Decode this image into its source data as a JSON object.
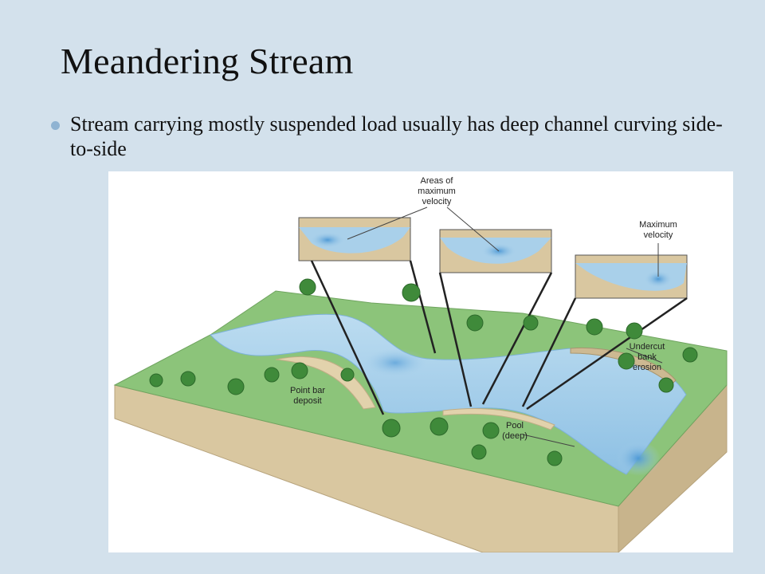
{
  "slide": {
    "title": "Meandering Stream",
    "bullet": "Stream carrying mostly suspended load usually has deep channel curving side-to-side"
  },
  "diagram": {
    "labels": {
      "areas_line1": "Areas of",
      "areas_line2": "maximum",
      "areas_line3": "velocity",
      "maxvel_line1": "Maximum",
      "maxvel_line2": "velocity",
      "undercut_line1": "Undercut",
      "undercut_line2": "bank",
      "undercut_line3": "erosion",
      "pointbar_line1": "Point bar",
      "pointbar_line2": "deposit",
      "pool_line1": "Pool",
      "pool_line2": "(deep)"
    },
    "colors": {
      "slide_bg": "#d3e1ec",
      "water": "#a9d0ea",
      "water_deep": "#5ea8dc",
      "land": "#8cc47a",
      "soil": "#d8c9a6",
      "bullet": "#8fb3d2"
    }
  }
}
